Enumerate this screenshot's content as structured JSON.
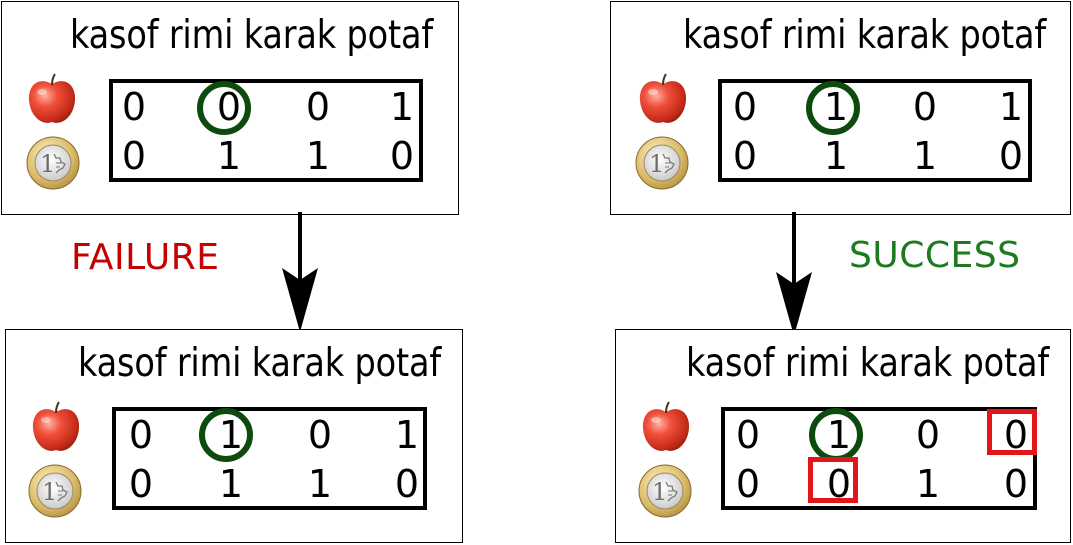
{
  "panels": {
    "top_left": {
      "title": "kasof rimi karak potaf",
      "rows": [
        [
          "0",
          "0",
          "0",
          "1"
        ],
        [
          "0",
          "1",
          "1",
          "0"
        ]
      ]
    },
    "top_right": {
      "title": "kasof rimi karak potaf",
      "rows": [
        [
          "0",
          "1",
          "0",
          "1"
        ],
        [
          "0",
          "1",
          "1",
          "0"
        ]
      ]
    },
    "bottom_left": {
      "title": "kasof rimi karak potaf",
      "rows": [
        [
          "0",
          "1",
          "0",
          "1"
        ],
        [
          "0",
          "1",
          "1",
          "0"
        ]
      ]
    },
    "bottom_right": {
      "title": "kasof rimi karak potaf",
      "rows": [
        [
          "0",
          "1",
          "0",
          "0"
        ],
        [
          "0",
          "0",
          "1",
          "0"
        ]
      ]
    }
  },
  "labels": {
    "failure": "FAILURE",
    "success": "SUCCESS"
  },
  "colors": {
    "failure": "#c40000",
    "success": "#1e7a1e",
    "circle": "#0d4a0d",
    "highlight": "#e4141b"
  },
  "icons": {
    "row1": "apple-icon",
    "row2": "euro-coin-icon"
  }
}
